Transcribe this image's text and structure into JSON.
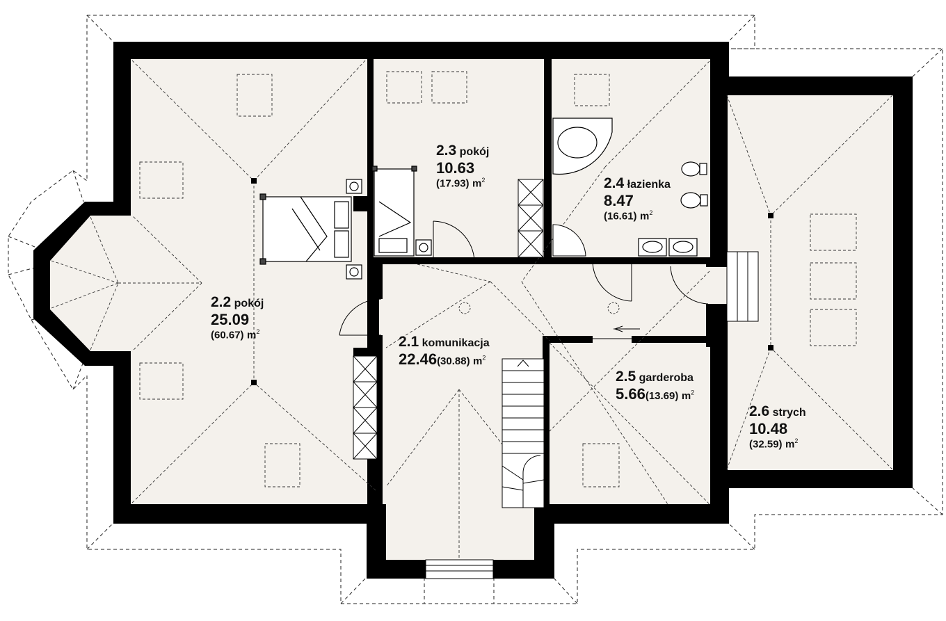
{
  "rooms": [
    {
      "number": "2.1",
      "name": "komunikacja",
      "area": "22.46",
      "total": "(30.88)",
      "unit": "m"
    },
    {
      "number": "2.2",
      "name": "pokój",
      "area": "25.09",
      "total": "(60.67)",
      "unit": "m"
    },
    {
      "number": "2.3",
      "name": "pokój",
      "area": "10.63",
      "total": "(17.93)",
      "unit": "m"
    },
    {
      "number": "2.4",
      "name": "łazienka",
      "area": "8.47",
      "total": "(16.61)",
      "unit": "m"
    },
    {
      "number": "2.5",
      "name": "garderoba",
      "area": "5.66",
      "total": "(13.69)",
      "unit": "m"
    },
    {
      "number": "2.6",
      "name": "strych",
      "area": "10.48",
      "total": "(32.59)",
      "unit": "m"
    }
  ],
  "unit_sup": "2",
  "colors": {
    "wall": "#000000",
    "floor": "#f4f1ec",
    "dash": "#222222",
    "background": "#ffffff"
  }
}
